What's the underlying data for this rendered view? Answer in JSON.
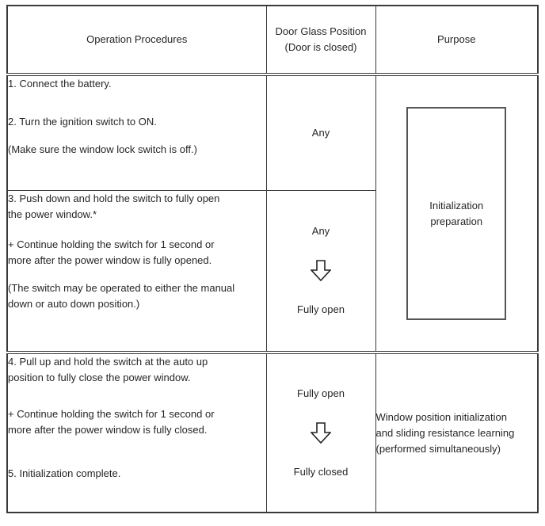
{
  "table": {
    "header": {
      "operation_procedures": "Operation Procedures",
      "door_glass_position": "Door Glass Position\n(Door is closed)",
      "purpose": "Purpose"
    },
    "row1": {
      "steps": [
        "1. Connect the battery.",
        "2. Turn the ignition switch to ON.",
        "(Make sure the window lock switch is off.)"
      ],
      "door_glass": "Any"
    },
    "row2": {
      "steps": [
        "3. Push down and hold the switch to fully open\nthe power window.*",
        "+ Continue holding the switch for 1 second or\nmore after the power window is fully opened.",
        "(The switch may be operated to either the manual\ndown or auto down position.)"
      ],
      "door_glass_from": "Any",
      "door_glass_to": "Fully open"
    },
    "purpose_rows_1_2": "Initialization\npreparation",
    "row3": {
      "steps": [
        "4. Pull up and hold the switch at the auto up\nposition to fully close the power window.",
        "+ Continue holding the switch for 1 second or\nmore after the power window is fully closed.",
        "5. Initialization complete."
      ],
      "door_glass_from": "Fully open",
      "door_glass_to": "Fully closed",
      "purpose": "Window position initialization\nand sliding resistance learning\n(performed simultaneously)"
    },
    "colors": {
      "border": "#3a3a3a",
      "box_border": "#555555",
      "text": "#262626"
    }
  }
}
